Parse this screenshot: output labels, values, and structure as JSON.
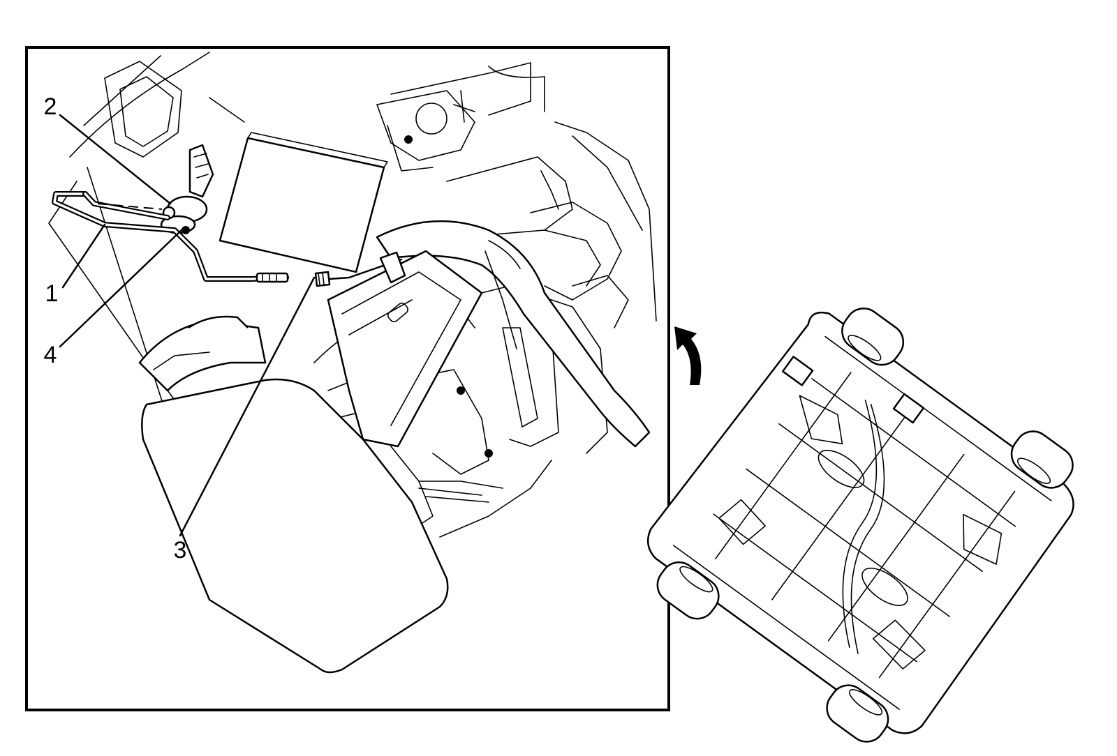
{
  "callouts": [
    {
      "id": "1",
      "label": "1"
    },
    {
      "id": "2",
      "label": "2"
    },
    {
      "id": "3",
      "label": "3"
    },
    {
      "id": "4",
      "label": "4"
    }
  ],
  "icons": [
    "rotation-arrow-icon"
  ],
  "colors": {
    "line": "#000000",
    "background": "#ffffff"
  }
}
